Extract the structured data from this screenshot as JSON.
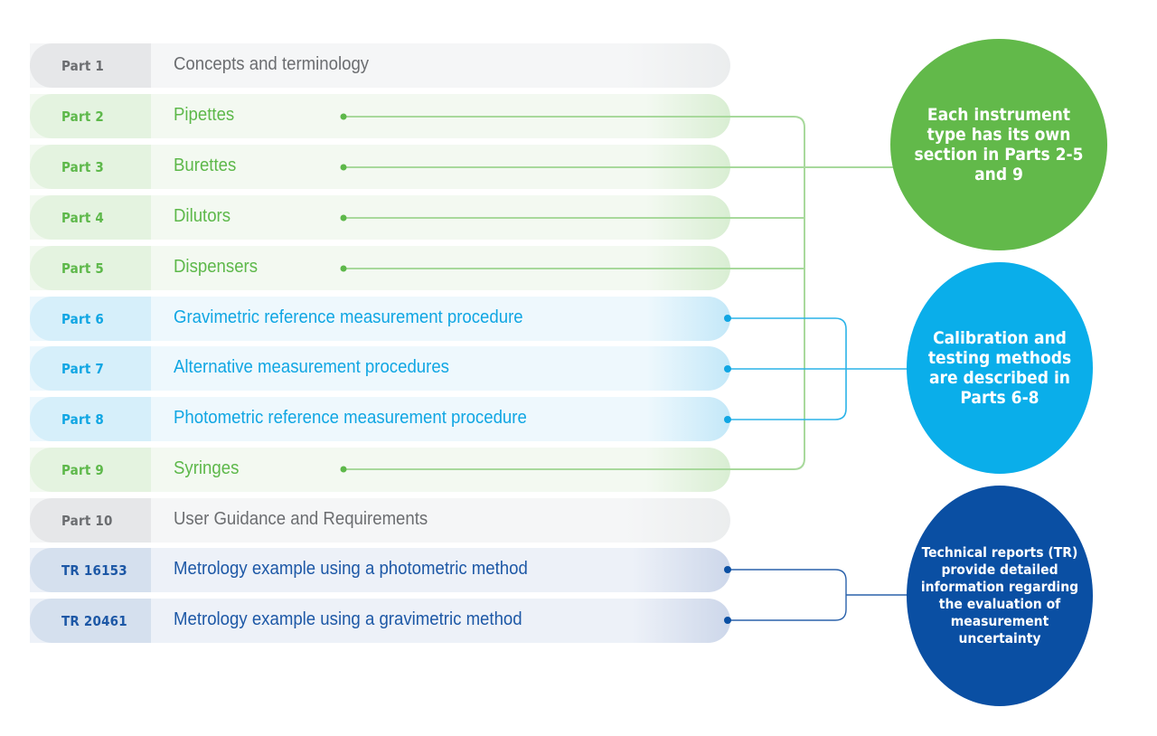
{
  "rows": [
    {
      "label": "Part 1",
      "title": "Concepts and terminology",
      "group": "general"
    },
    {
      "label": "Part 2",
      "title": "Pipettes",
      "group": "instrument"
    },
    {
      "label": "Part 3",
      "title": "Burettes",
      "group": "instrument"
    },
    {
      "label": "Part 4",
      "title": "Dilutors",
      "group": "instrument"
    },
    {
      "label": "Part 5",
      "title": "Dispensers",
      "group": "instrument"
    },
    {
      "label": "Part 6",
      "title": "Gravimetric reference measurement procedure",
      "group": "method"
    },
    {
      "label": "Part 7",
      "title": "Alternative measurement procedures",
      "group": "method"
    },
    {
      "label": "Part 8",
      "title": "Photometric reference measurement procedure",
      "group": "method"
    },
    {
      "label": "Part 9",
      "title": "Syringes",
      "group": "instrument"
    },
    {
      "label": "Part 10",
      "title": "User Guidance and Requirements",
      "group": "general"
    },
    {
      "label": "TR 16153",
      "title": "Metrology example using a photometric method",
      "group": "report"
    },
    {
      "label": "TR 20461",
      "title": "Metrology example using a gravimetric method",
      "group": "report"
    }
  ],
  "callouts": {
    "instrument": {
      "text": "Each instrument type has its own section in Parts 2-5 and 9",
      "color": "#62b94a"
    },
    "method": {
      "text": "Calibration and testing methods are described in Parts 6-8",
      "color": "#0aaeea"
    },
    "report": {
      "text": "Technical reports (TR) provide detailed information regarding the evaluation of measurement uncertainty",
      "color": "#0a4fa3"
    }
  },
  "colors": {
    "general": "#6b6d70",
    "instrument": "#5db84a",
    "method": "#10a6e3",
    "report": "#1d58a6"
  }
}
